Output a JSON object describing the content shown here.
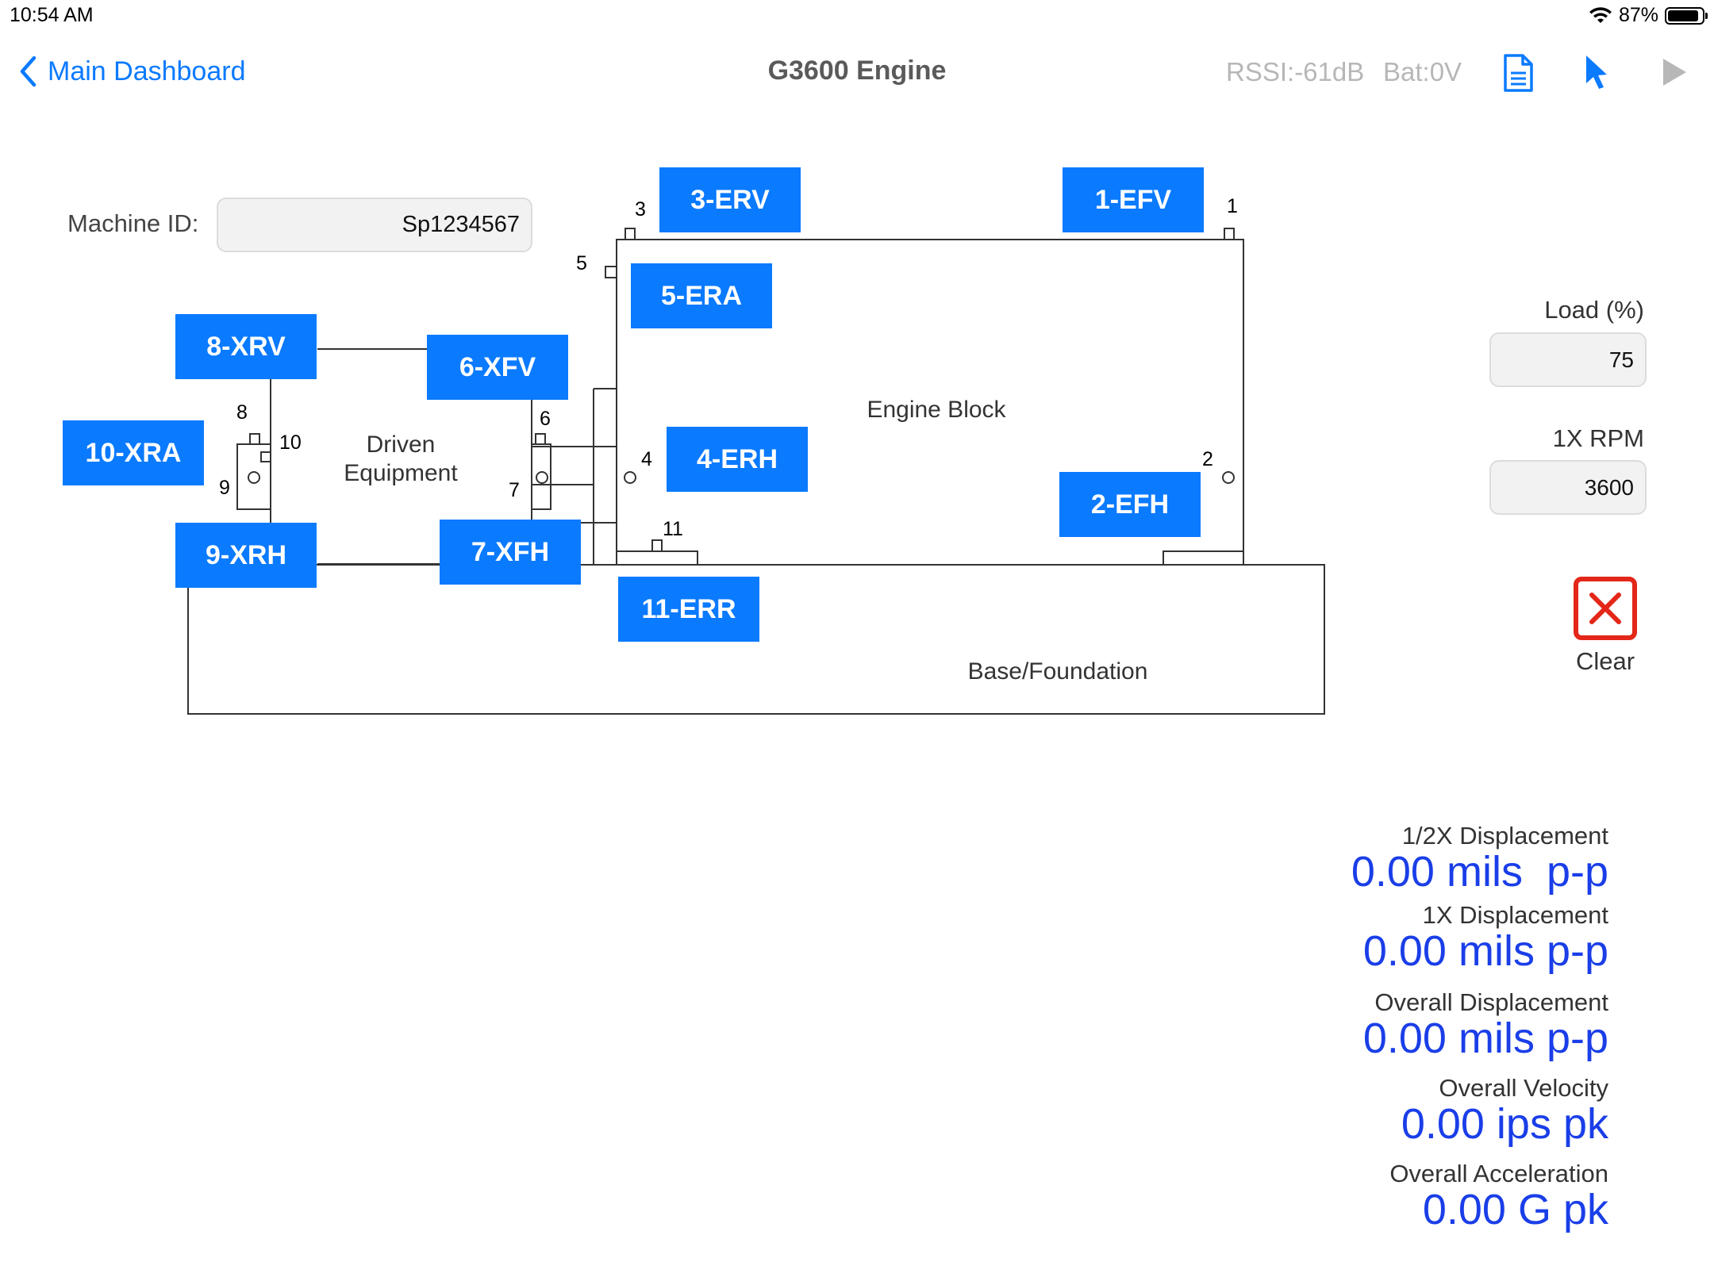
{
  "status_bar": {
    "time": "10:54 AM",
    "battery": "87%"
  },
  "nav": {
    "back_label": "Main Dashboard",
    "title": "G3600 Engine",
    "rssi": "RSSI:-61dB",
    "bat": "Bat:0V",
    "icons": [
      "document-icon",
      "pointer-icon",
      "play-icon"
    ]
  },
  "machine": {
    "label": "Machine ID:",
    "value": "Sp1234567"
  },
  "diagram": {
    "tags": [
      {
        "id": "3-ERV"
      },
      {
        "id": "1-EFV"
      },
      {
        "id": "5-ERA"
      },
      {
        "id": "8-XRV"
      },
      {
        "id": "6-XFV"
      },
      {
        "id": "10-XRA"
      },
      {
        "id": "4-ERH"
      },
      {
        "id": "2-EFH"
      },
      {
        "id": "9-XRH"
      },
      {
        "id": "7-XFH"
      },
      {
        "id": "11-ERR"
      }
    ],
    "points": [
      "1",
      "2",
      "3",
      "4",
      "5",
      "6",
      "7",
      "8",
      "9",
      "10",
      "11"
    ],
    "labels": {
      "engine": "Engine Block",
      "driven": "Driven\nEquipment",
      "base": "Base/Foundation"
    }
  },
  "inputs": {
    "load_label": "Load (%)",
    "load_value": "75",
    "rpm_label": "1X RPM",
    "rpm_value": "3600",
    "clear_label": "Clear"
  },
  "measurements": [
    {
      "label": "1/2X Displacement",
      "value": "0.00 mils  p-p"
    },
    {
      "label": "1X Displacement",
      "value": "0.00 mils p-p"
    },
    {
      "label": "Overall Displacement",
      "value": "0.00 mils p-p"
    },
    {
      "label": "Overall Velocity",
      "value": "0.00 ips pk"
    },
    {
      "label": "Overall Acceleration",
      "value": "0.00 G pk"
    }
  ],
  "colors": {
    "accent": "#0a7aff",
    "tag_bg": "#0a7aff",
    "value_blue": "#1a3ee8",
    "clear_red": "#e32719",
    "muted": "#b7b7b7"
  }
}
